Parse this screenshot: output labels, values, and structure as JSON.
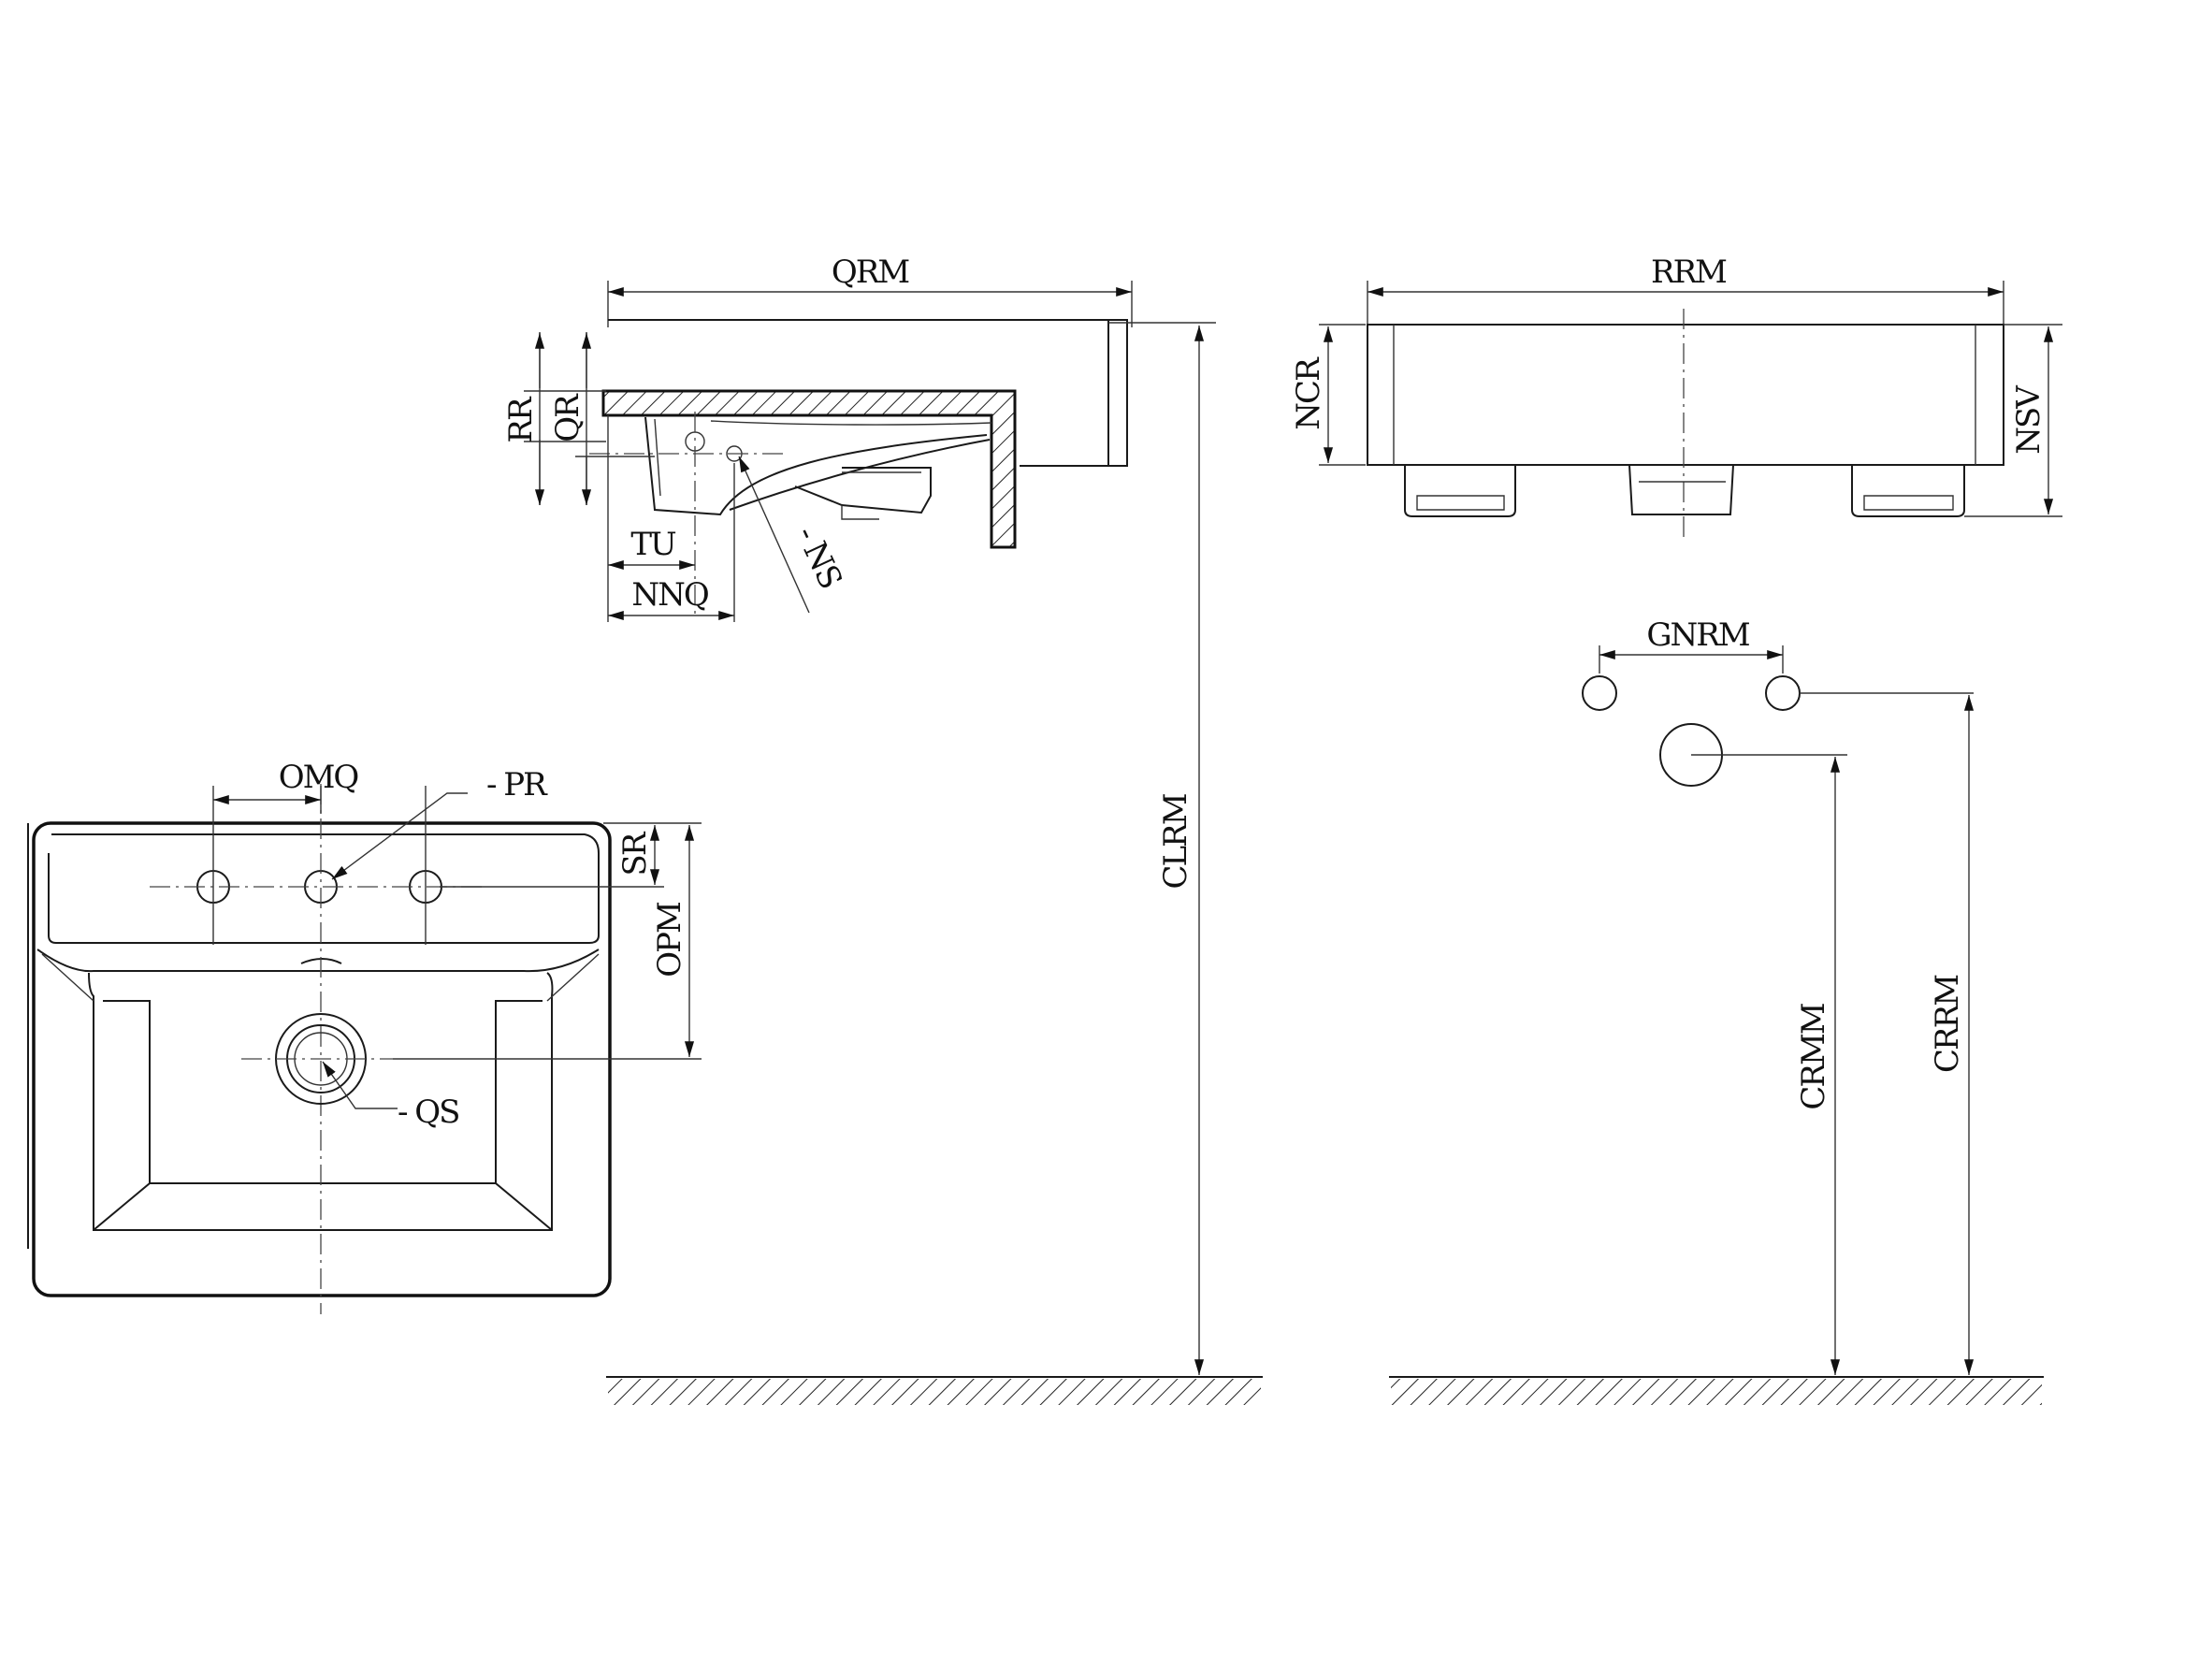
{
  "side_view": {
    "width_label": "QRM",
    "dim_rr": "RR",
    "dim_qr": "QR",
    "dim_tu": "TU",
    "dim_nnq": "NNQ",
    "dim_ns": "- NS"
  },
  "top_view": {
    "tap_spacing": "OMQ",
    "tap_hole": "- PR",
    "back_offset": "SR",
    "drain_offset": "OPM",
    "drain_dia": "- QS"
  },
  "mount": {
    "height": "CLRM"
  },
  "front_view": {
    "width_label": "RRM",
    "left_height": "NCR",
    "right_height": "NSV"
  },
  "wall_holes": {
    "spacing": "GNRM",
    "drain_height": "CRMM",
    "fix_height": "CRRM"
  },
  "colors": {
    "line": "#1a1a1a",
    "background": "#ffffff"
  }
}
